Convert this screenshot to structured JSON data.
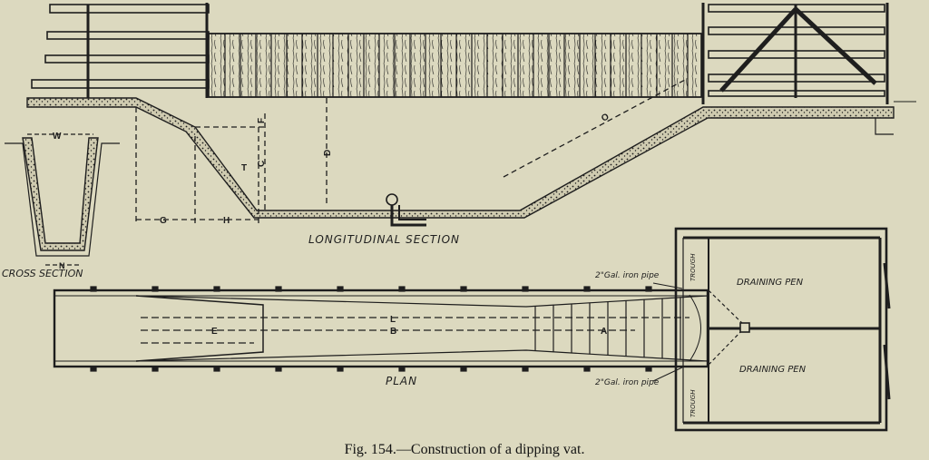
{
  "caption": "Fig. 154.—Construction of a dipping vat.",
  "section_labels": {
    "longitudinal": "LONGITUDINAL SECTION",
    "cross": "CROSS SECTION",
    "plan": "PLAN"
  },
  "pen_labels": {
    "top": "DRAINING PEN",
    "bottom": "DRAINING PEN"
  },
  "trough_labels": {
    "top": "TROUGH",
    "bottom": "TROUGH"
  },
  "pipe_labels": {
    "top": "2\"Gal. iron pipe",
    "bottom": "2\"Gal. iron pipe"
  },
  "dimension_letters": {
    "w": "W",
    "n": "N",
    "g": "G",
    "h": "H",
    "t": "T",
    "c": "C",
    "f": "F",
    "d": "D",
    "o": "O",
    "e": "E",
    "b": "B",
    "l": "L",
    "a": "A"
  },
  "colors": {
    "paper": "#dcd9bf",
    "ink": "#1e1e1e"
  }
}
